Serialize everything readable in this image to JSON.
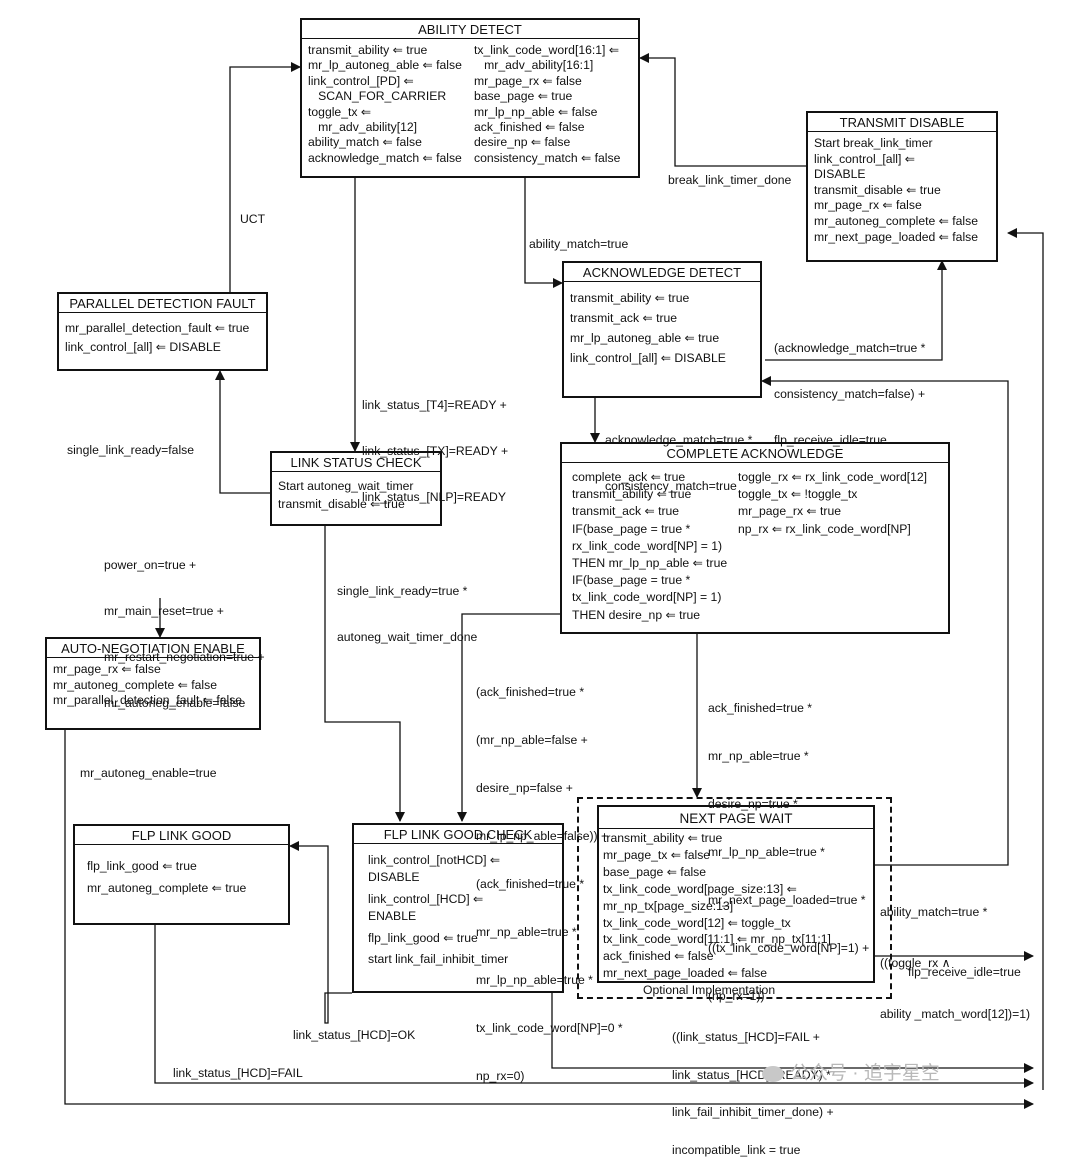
{
  "states": {
    "ability_detect": {
      "title": "ABILITY DETECT",
      "left": [
        "transmit_ability ⇐ true",
        "mr_lp_autoneg_able ⇐ false",
        "link_control_[PD] ⇐",
        "   SCAN_FOR_CARRIER",
        "toggle_tx ⇐",
        "   mr_adv_ability[12]",
        "ability_match ⇐ false",
        "acknowledge_match ⇐ false"
      ],
      "right": [
        "tx_link_code_word[16:1] ⇐",
        "   mr_adv_ability[16:1]",
        "mr_page_rx ⇐ false",
        "base_page ⇐ true",
        "mr_lp_np_able ⇐ false",
        "ack_finished ⇐ false",
        "desire_np ⇐ false",
        "consistency_match ⇐ false"
      ]
    },
    "transmit_disable": {
      "title": "TRANSMIT DISABLE",
      "lines": [
        "Start break_link_timer",
        "link_control_[all] ⇐",
        "DISABLE",
        "transmit_disable ⇐ true",
        "mr_page_rx ⇐ false",
        "mr_autoneg_complete ⇐ false",
        "mr_next_page_loaded ⇐ false"
      ]
    },
    "acknowledge_detect": {
      "title": "ACKNOWLEDGE DETECT",
      "lines": [
        "transmit_ability ⇐ true",
        "transmit_ack ⇐ true",
        "mr_lp_autoneg_able ⇐ true",
        "link_control_[all] ⇐ DISABLE"
      ]
    },
    "parallel_detection_fault": {
      "title": "PARALLEL DETECTION FAULT",
      "lines": [
        "mr_parallel_detection_fault ⇐ true",
        "link_control_[all] ⇐ DISABLE"
      ]
    },
    "link_status_check": {
      "title": "LINK STATUS CHECK",
      "lines": [
        "Start autoneg_wait_timer",
        "transmit_disable ⇐ true"
      ]
    },
    "complete_acknowledge": {
      "title": "COMPLETE ACKNOWLEDGE",
      "left": [
        "complete_ack ⇐ true",
        "transmit_ability ⇐ true",
        "transmit_ack ⇐ true",
        "IF(base_page = true *",
        "rx_link_code_word[NP] = 1)",
        "THEN mr_lp_np_able ⇐ true",
        "IF(base_page = true *",
        "tx_link_code_word[NP] = 1)",
        "THEN desire_np ⇐ true"
      ],
      "right": [
        "toggle_rx ⇐ rx_link_code_word[12]",
        "toggle_tx ⇐ !toggle_tx",
        "mr_page_rx ⇐ true",
        "np_rx ⇐ rx_link_code_word[NP]"
      ]
    },
    "auto_negotiation_enable": {
      "title": "AUTO-NEGOTIATION ENABLE",
      "lines": [
        "mr_page_rx ⇐ false",
        "mr_autoneg_complete ⇐ false",
        "mr_parallel_detection_fault ⇐ false"
      ]
    },
    "flp_link_good": {
      "title": "FLP LINK GOOD",
      "lines": [
        "flp_link_good ⇐ true",
        "mr_autoneg_complete ⇐ true"
      ]
    },
    "flp_link_good_check": {
      "title": "FLP LINK GOOD CHECK",
      "lines": [
        "link_control_[notHCD] ⇐",
        "DISABLE",
        "link_control_[HCD] ⇐",
        "ENABLE",
        "flp_link_good ⇐ true",
        "start link_fail_inhibit_timer"
      ]
    },
    "next_page_wait": {
      "title": "NEXT PAGE WAIT",
      "lines": [
        "transmit_ability ⇐ true",
        "mr_page_tx ⇐ false",
        "base_page ⇐ false",
        "tx_link_code_word[page_size:13] ⇐",
        "mr_np_tx[page_size:13]",
        "tx_link_code_word[12] ⇐ toggle_tx",
        "tx_link_code_word[11:1] ⇐ mr_np_tx[11:1]",
        "ack_finished ⇐ false",
        "mr_next_page_loaded ⇐ false"
      ],
      "note": "Optional Implementation"
    }
  },
  "transitions": {
    "uct": "UCT",
    "break_link": "break_link_timer_done",
    "ability_match": "ability_match=true",
    "ack_to_disable": [
      "(acknowledge_match=true *",
      "consistency_match=false) +",
      "flp_receive_idle=true"
    ],
    "ability_to_link": [
      "link_status_[T4]=READY +",
      "link_status_[TX]=READY +",
      "link_status_[NLP]=READY"
    ],
    "single_false": "single_link_ready=false",
    "ack_to_complete": [
      "acknowledge_match=true *",
      "consistency_match=true"
    ],
    "reset": [
      "power_on=true +",
      "mr_main_reset=true +",
      "mr_restart_negotiation=true +",
      "mr_autoneg_enable=false"
    ],
    "single_true": [
      "single_link_ready=true *",
      "autoneg_wait_timer_done"
    ],
    "complete_to_check": [
      "(ack_finished=true *",
      "(mr_np_able=false +",
      "desire_np=false +",
      "mr_lp_np_able=false)) +",
      "(ack_finished=true *",
      "mr_np_able=true *",
      "mr_lp_np_able=true *",
      "tx_link_code_word[NP]=0 *",
      "np_rx=0)"
    ],
    "complete_to_np": [
      "ack_finished=true *",
      "mr_np_able=true *",
      "desire_np=true *",
      "mr_lp_np_able=true *",
      "mr_next_page_loaded=true *",
      "((tx_link_code_word[NP]=1) +",
      "(np_rx=1))"
    ],
    "autoneg_enable": "mr_autoneg_enable=true",
    "np_to_ack": [
      "ability_match=true *",
      "((toggle_rx ∧",
      "ability _match_word[12])=1)"
    ],
    "flp_idle": "flp_receive_idle=true",
    "hcd_ok": "link_status_[HCD]=OK",
    "hcd_fail_group": [
      "((link_status_[HCD]=FAIL +",
      "link_status_[HCD]=READY) *",
      "link_fail_inhibit_timer_done) +",
      "incompatible_link = true"
    ],
    "hcd_fail": "link_status_[HCD]=FAIL"
  },
  "watermark": "公众号 · 追宇星空"
}
